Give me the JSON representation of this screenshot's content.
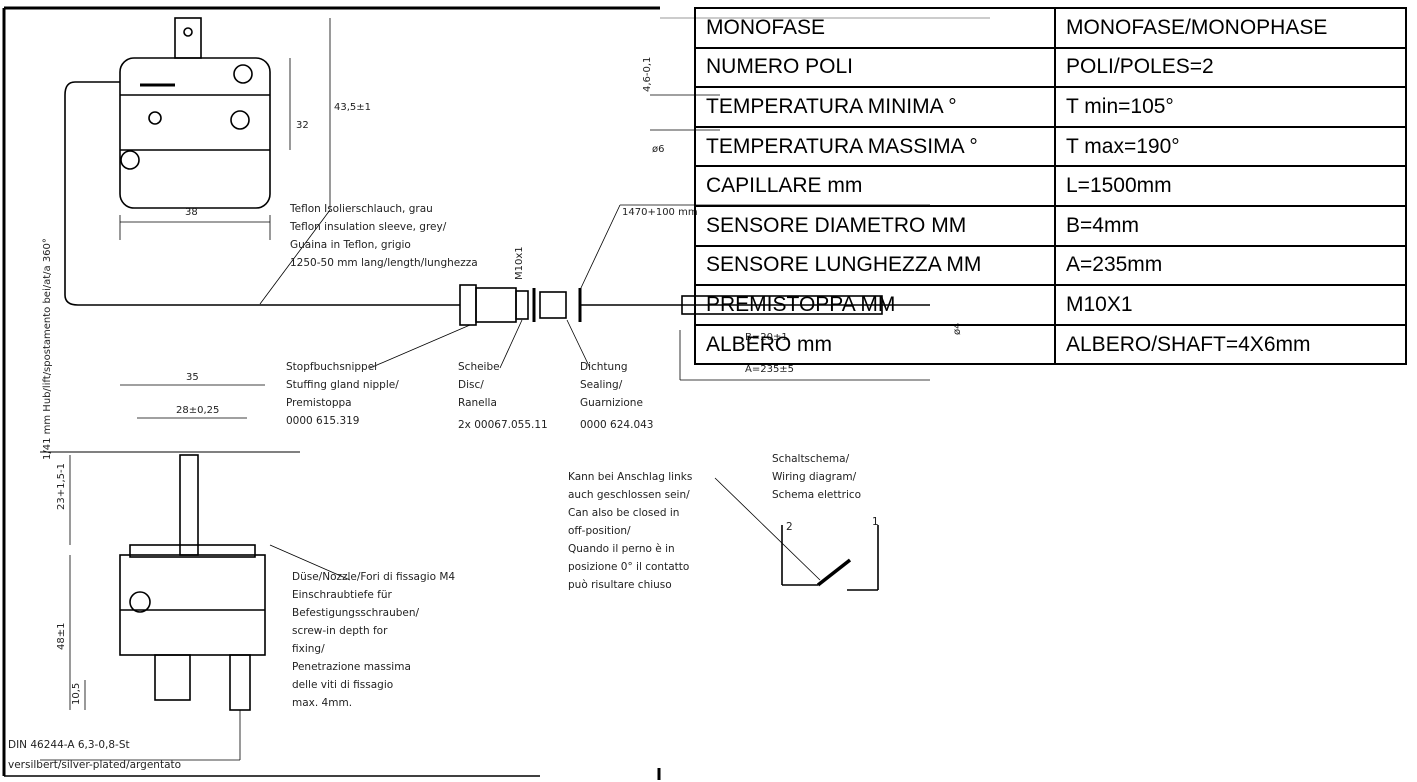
{
  "spec_table": {
    "rows": [
      {
        "label": "MONOFASE",
        "value": "MONOFASE/MONOPHASE"
      },
      {
        "label": "NUMERO POLI",
        "value": "POLI/POLES=2"
      },
      {
        "label": "TEMPERATURA MINIMA °",
        "value": "T min=105°"
      },
      {
        "label": "TEMPERATURA MASSIMA °",
        "value": "T max=190°"
      },
      {
        "label": "CAPILLARE mm",
        "value": "L=1500mm"
      },
      {
        "label": "SENSORE DIAMETRO MM",
        "value": "B=4mm"
      },
      {
        "label": "SENSORE LUNGHEZZA MM",
        "value": "A=235mm"
      },
      {
        "label": "PREMISTOPPA MM",
        "value": "M10X1"
      },
      {
        "label": "ALBERO mm",
        "value": "ALBERO/SHAFT=4X6mm"
      }
    ]
  },
  "drawing": {
    "dims": {
      "w38": "38",
      "h32": "32",
      "h435": "43,5±1",
      "w35": "35",
      "w28": "28±0,25",
      "h23": "23+1,5-1",
      "h48": "48±1",
      "h105": "10,5",
      "m10": "M10x1",
      "len1470": "1470+100 mm",
      "d46": "4,6-0,1",
      "d6": "ø6",
      "b20": "B=20±1",
      "a235": "A=235±5",
      "phi4": "ø4",
      "travel": "1/41 mm Hub/lift/spostamento bei/at/a 360°"
    },
    "labels": {
      "teflon": [
        "Teflon Isolierschlauch, grau",
        "Teflon insulation sleeve, grey/",
        "Guaina in Teflon, grigio",
        "1250-50 mm lang/length/lunghezza"
      ],
      "stuffing": [
        "Stopfbuchsnippel",
        "Stuffing gland nipple/",
        "Premistoppa",
        "0000 615.319"
      ],
      "disc": [
        "Scheibe",
        "Disc/",
        "Ranella",
        "2x 00067.055.11"
      ],
      "seal": [
        "Dichtung",
        "Sealing/",
        "Guarnizione",
        "0000 624.043"
      ],
      "closed": [
        "Kann bei Anschlag links",
        "auch geschlossen sein/",
        "Can also be closed in",
        "off-position/",
        "Quando il perno è in",
        "posizione   0° il contatto",
        "può risultare chiuso"
      ],
      "wiring": [
        "Schaltschema/",
        "Wiring diagram/",
        "Schema elettrico"
      ],
      "nozzle": [
        "Düse/Nozzle/Fori di fissagio M4",
        "Einschraubtiefe für",
        "Befestigungsschrauben/",
        "screw-in depth for",
        "fixing/",
        "Penetrazione massima",
        "delle viti di fissagio",
        "max. 4mm."
      ],
      "din": [
        "DIN 46244-A 6,3-0,8-St",
        "versilbert/silver-plated/argentato"
      ],
      "term1": "1",
      "term2": "2"
    }
  }
}
